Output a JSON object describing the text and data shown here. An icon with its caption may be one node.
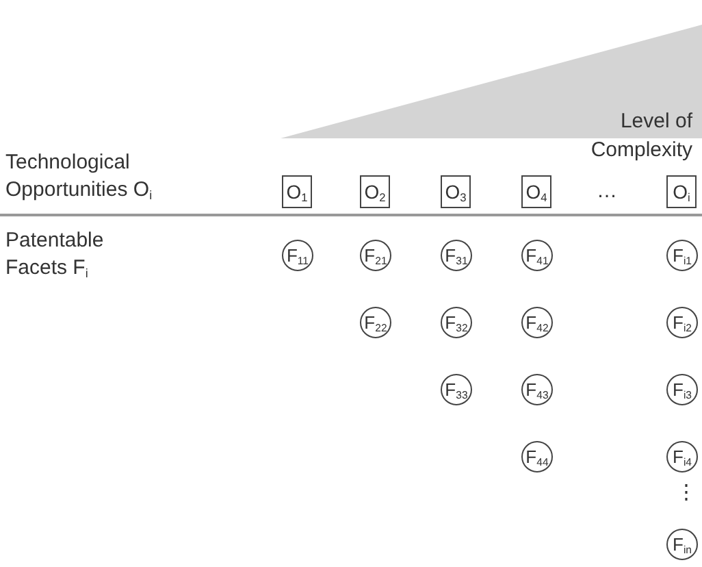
{
  "diagram": {
    "nodes": [
      {
        "text": [
          "Level of Complexity"
        ]
      },
      {
        "text": [
          "O$_{1}$"
        ]
      },
      {
        "text": [
          "O$_{2}$"
        ]
      },
      {
        "text": [
          "O$_{3}$"
        ]
      },
      {
        "text": [
          "O$_{4}$"
        ]
      },
      {
        "text": [
          "O$_{i}$"
        ]
      },
      {
        "text": [
          "F$_{11}$"
        ]
      },
      {
        "text": [
          "F$_{21}$"
        ]
      },
      {
        "text": [
          "F$_{31}$"
        ]
      },
      {
        "text": [
          "F$_{41}$"
        ]
      },
      {
        "text": [
          "F$_{i1}$"
        ]
      },
      {
        "text": [
          "F$_{22}$"
        ]
      },
      {
        "text": [
          "F$_{32}$"
        ]
      },
      {
        "text": [
          "F$_{42}$"
        ]
      },
      {
        "text": [
          "F$_{i2}$"
        ]
      },
      {
        "text": [
          "F$_{33}$"
        ]
      },
      {
        "text": [
          "F$_{43}$"
        ]
      },
      {
        "text": [
          "F$_{i3}$"
        ]
      },
      {
        "text": [
          "F$_{44}$"
        ]
      },
      {
        "text": [
          "F$_{i4}$"
        ]
      },
      {
        "text": [
          "F$_{in}$"
        ]
      }
    ],
    "labels": [
      "Technological Opportunities O$_{i}$",
      "Patentable Facets F$_{i}$",
      "…",
      "⋮"
    ]
  }
}
